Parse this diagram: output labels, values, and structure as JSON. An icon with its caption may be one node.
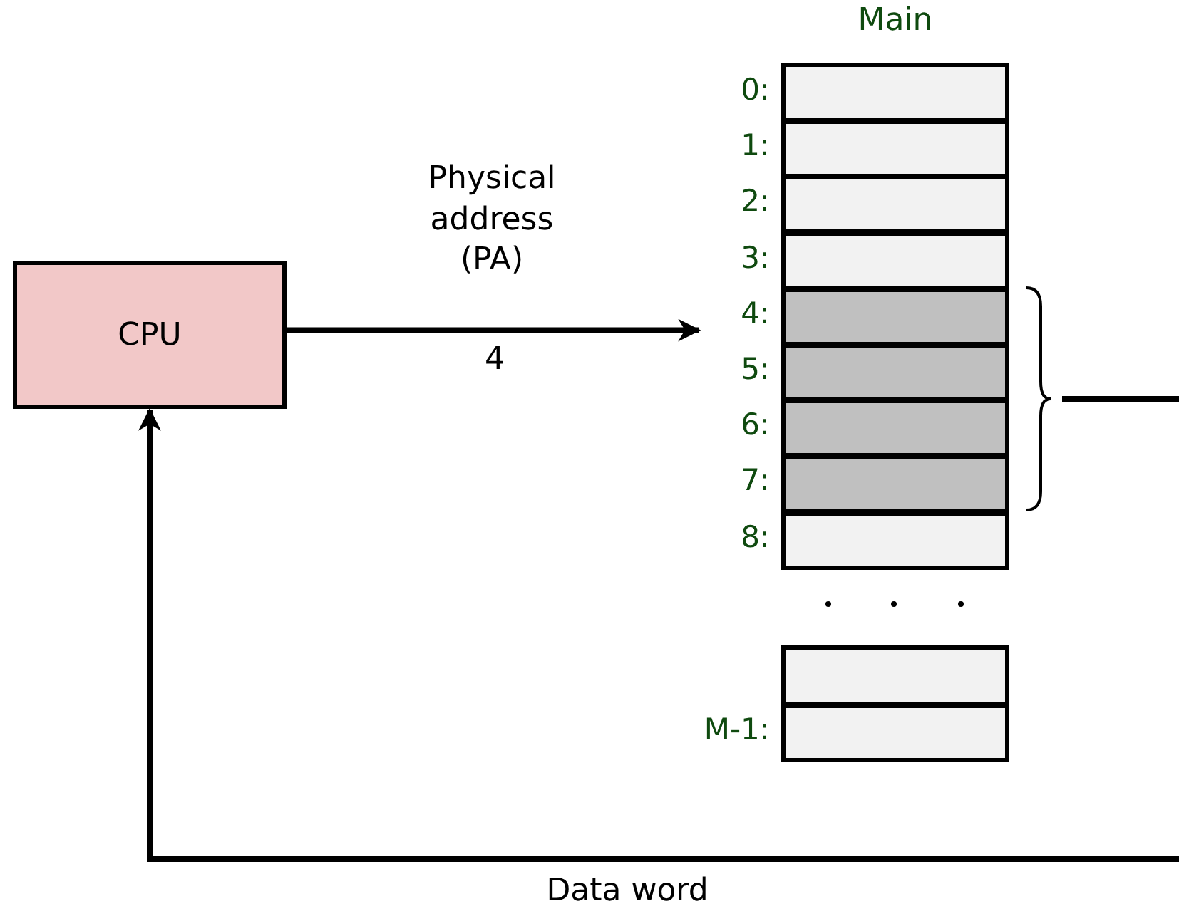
{
  "diagram": {
    "nodes": [
      {
        "text": [
          "CPU"
        ]
      },
      {
        "text": [],
        "shape": "box",
        "beside": [
          "0:"
        ]
      },
      {
        "text": [],
        "shape": "box",
        "beside": [
          "1:"
        ]
      },
      {
        "text": [],
        "shape": "box",
        "beside": [
          "2:"
        ]
      },
      {
        "text": [],
        "shape": "box",
        "beside": [
          "3:"
        ]
      },
      {
        "text": [],
        "shape": "box",
        "beside": [
          "4:"
        ]
      },
      {
        "text": [],
        "shape": "box",
        "beside": [
          "5:"
        ]
      },
      {
        "text": [],
        "shape": "box",
        "beside": [
          "6:"
        ]
      },
      {
        "text": [],
        "shape": "box",
        "beside": [
          "7:"
        ]
      },
      {
        "text": [],
        "shape": "box",
        "beside": [
          "8:"
        ]
      },
      {
        "text": [],
        "shape": "box"
      },
      {
        "text": [],
        "shape": "box",
        "beside": [
          "M-1:"
        ]
      },
      {
        "text": [],
        "shape": "brace"
      }
    ],
    "edges": [
      {
        "from": 0,
        "to": 5,
        "arrow": "to",
        "label": "Physical address (PA)"
      },
      {
        "from": 12,
        "to": 0,
        "arrow": "to",
        "label": "Data word"
      }
    ],
    "labels": [
      "Main",
      "4"
    ]
  }
}
